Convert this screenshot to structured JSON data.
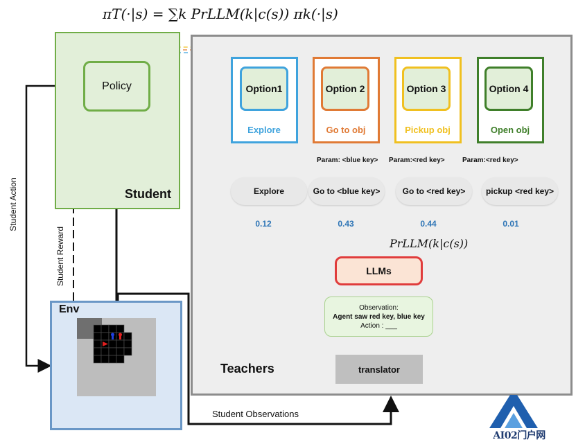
{
  "equation": "πT(·|s) = ∑k PrLLM(k|c(s)) πk(·|s)",
  "student": {
    "label": "Student",
    "policy": "Policy"
  },
  "teachers": {
    "label": "Teachers"
  },
  "options": [
    {
      "name": "Option1",
      "label": "Explore",
      "color": "#3fa3dd"
    },
    {
      "name": "Option 2",
      "label": "Go to obj",
      "color": "#e07a35"
    },
    {
      "name": "Option 3",
      "label": "Pickup obj",
      "color": "#f0c020"
    },
    {
      "name": "Option 4",
      "label": "Open obj",
      "color": "#3f7f2a"
    }
  ],
  "pills": [
    "Explore",
    "Go to <blue key>",
    "Go to <red key>",
    "pickup  <red key>"
  ],
  "probabilities": [
    "0.12",
    "0.43",
    "0.44",
    "0.01"
  ],
  "params": [
    "Param: <blue key>",
    "Param:<red key>",
    "Param:<red key>"
  ],
  "prllm": "PrLLM(k|c(s))",
  "llms": "LLMs",
  "observation": {
    "title": "Observation:",
    "text": "Agent saw red key, blue key",
    "action": "Action : ___"
  },
  "translator": "translator",
  "env": {
    "label": "Env"
  },
  "arrows": {
    "student_action": "Student Action",
    "student_reward": "Student Reward",
    "student_observations": "Student Observations"
  },
  "watermark": "AI02门户网"
}
